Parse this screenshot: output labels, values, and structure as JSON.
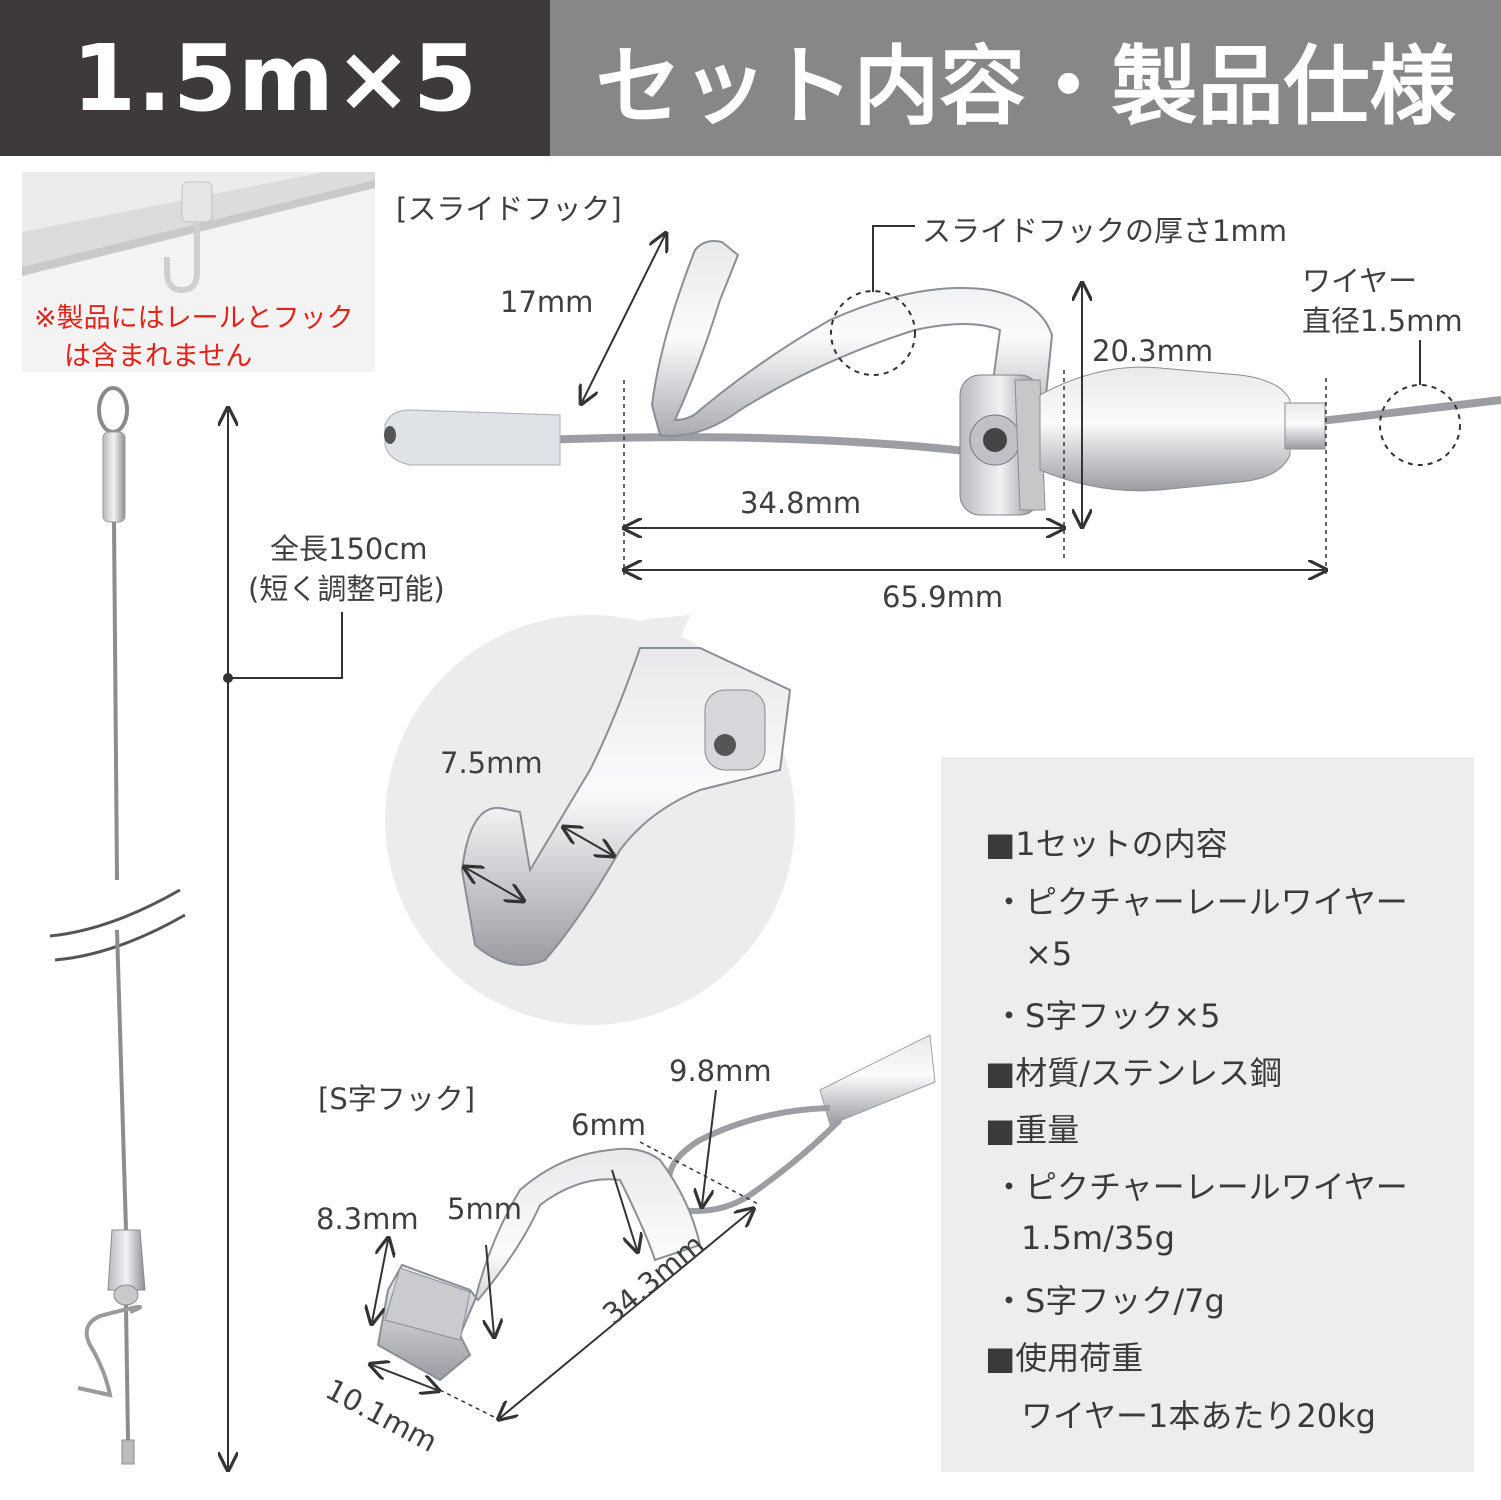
{
  "header": {
    "left_title": "1.5m×5",
    "right_title": "セット内容・製品仕様"
  },
  "colors": {
    "header_left_bg": "#3d3a39",
    "header_right_bg": "#888787",
    "note_red": "#e2231a",
    "spec_bg": "#ededed"
  },
  "note": {
    "line1": "※製品にはレールとフック",
    "line2": "は含まれません"
  },
  "slide_hook": {
    "section_label": "[スライドフック]",
    "thickness_label": "スライドフックの厚さ1mm",
    "wire_label_1": "ワイヤー",
    "wire_label_2": "直径1.5mm",
    "dim_17": "17mm",
    "dim_203": "20.3mm",
    "dim_348": "34.8mm",
    "dim_659": "65.9mm"
  },
  "length": {
    "line1": "全長150cm",
    "line2": "(短く調整可能)"
  },
  "zoom": {
    "dim_75": "7.5mm"
  },
  "s_hook": {
    "section_label": "[S字フック]",
    "dim_98": "9.8mm",
    "dim_6": "6mm",
    "dim_5": "5mm",
    "dim_83": "8.3mm",
    "dim_343": "34.3mm",
    "dim_101": "10.1mm"
  },
  "spec": {
    "lines": [
      "■1セットの内容",
      "・ピクチャーレールワイヤー",
      "×5",
      "・S字フック×5",
      "■材質/ステンレス鋼",
      "■重量",
      "・ピクチャーレールワイヤー",
      "1.5m/35g",
      "・S字フック/7g",
      "■使用荷重",
      "ワイヤー1本あたり20kg"
    ]
  }
}
